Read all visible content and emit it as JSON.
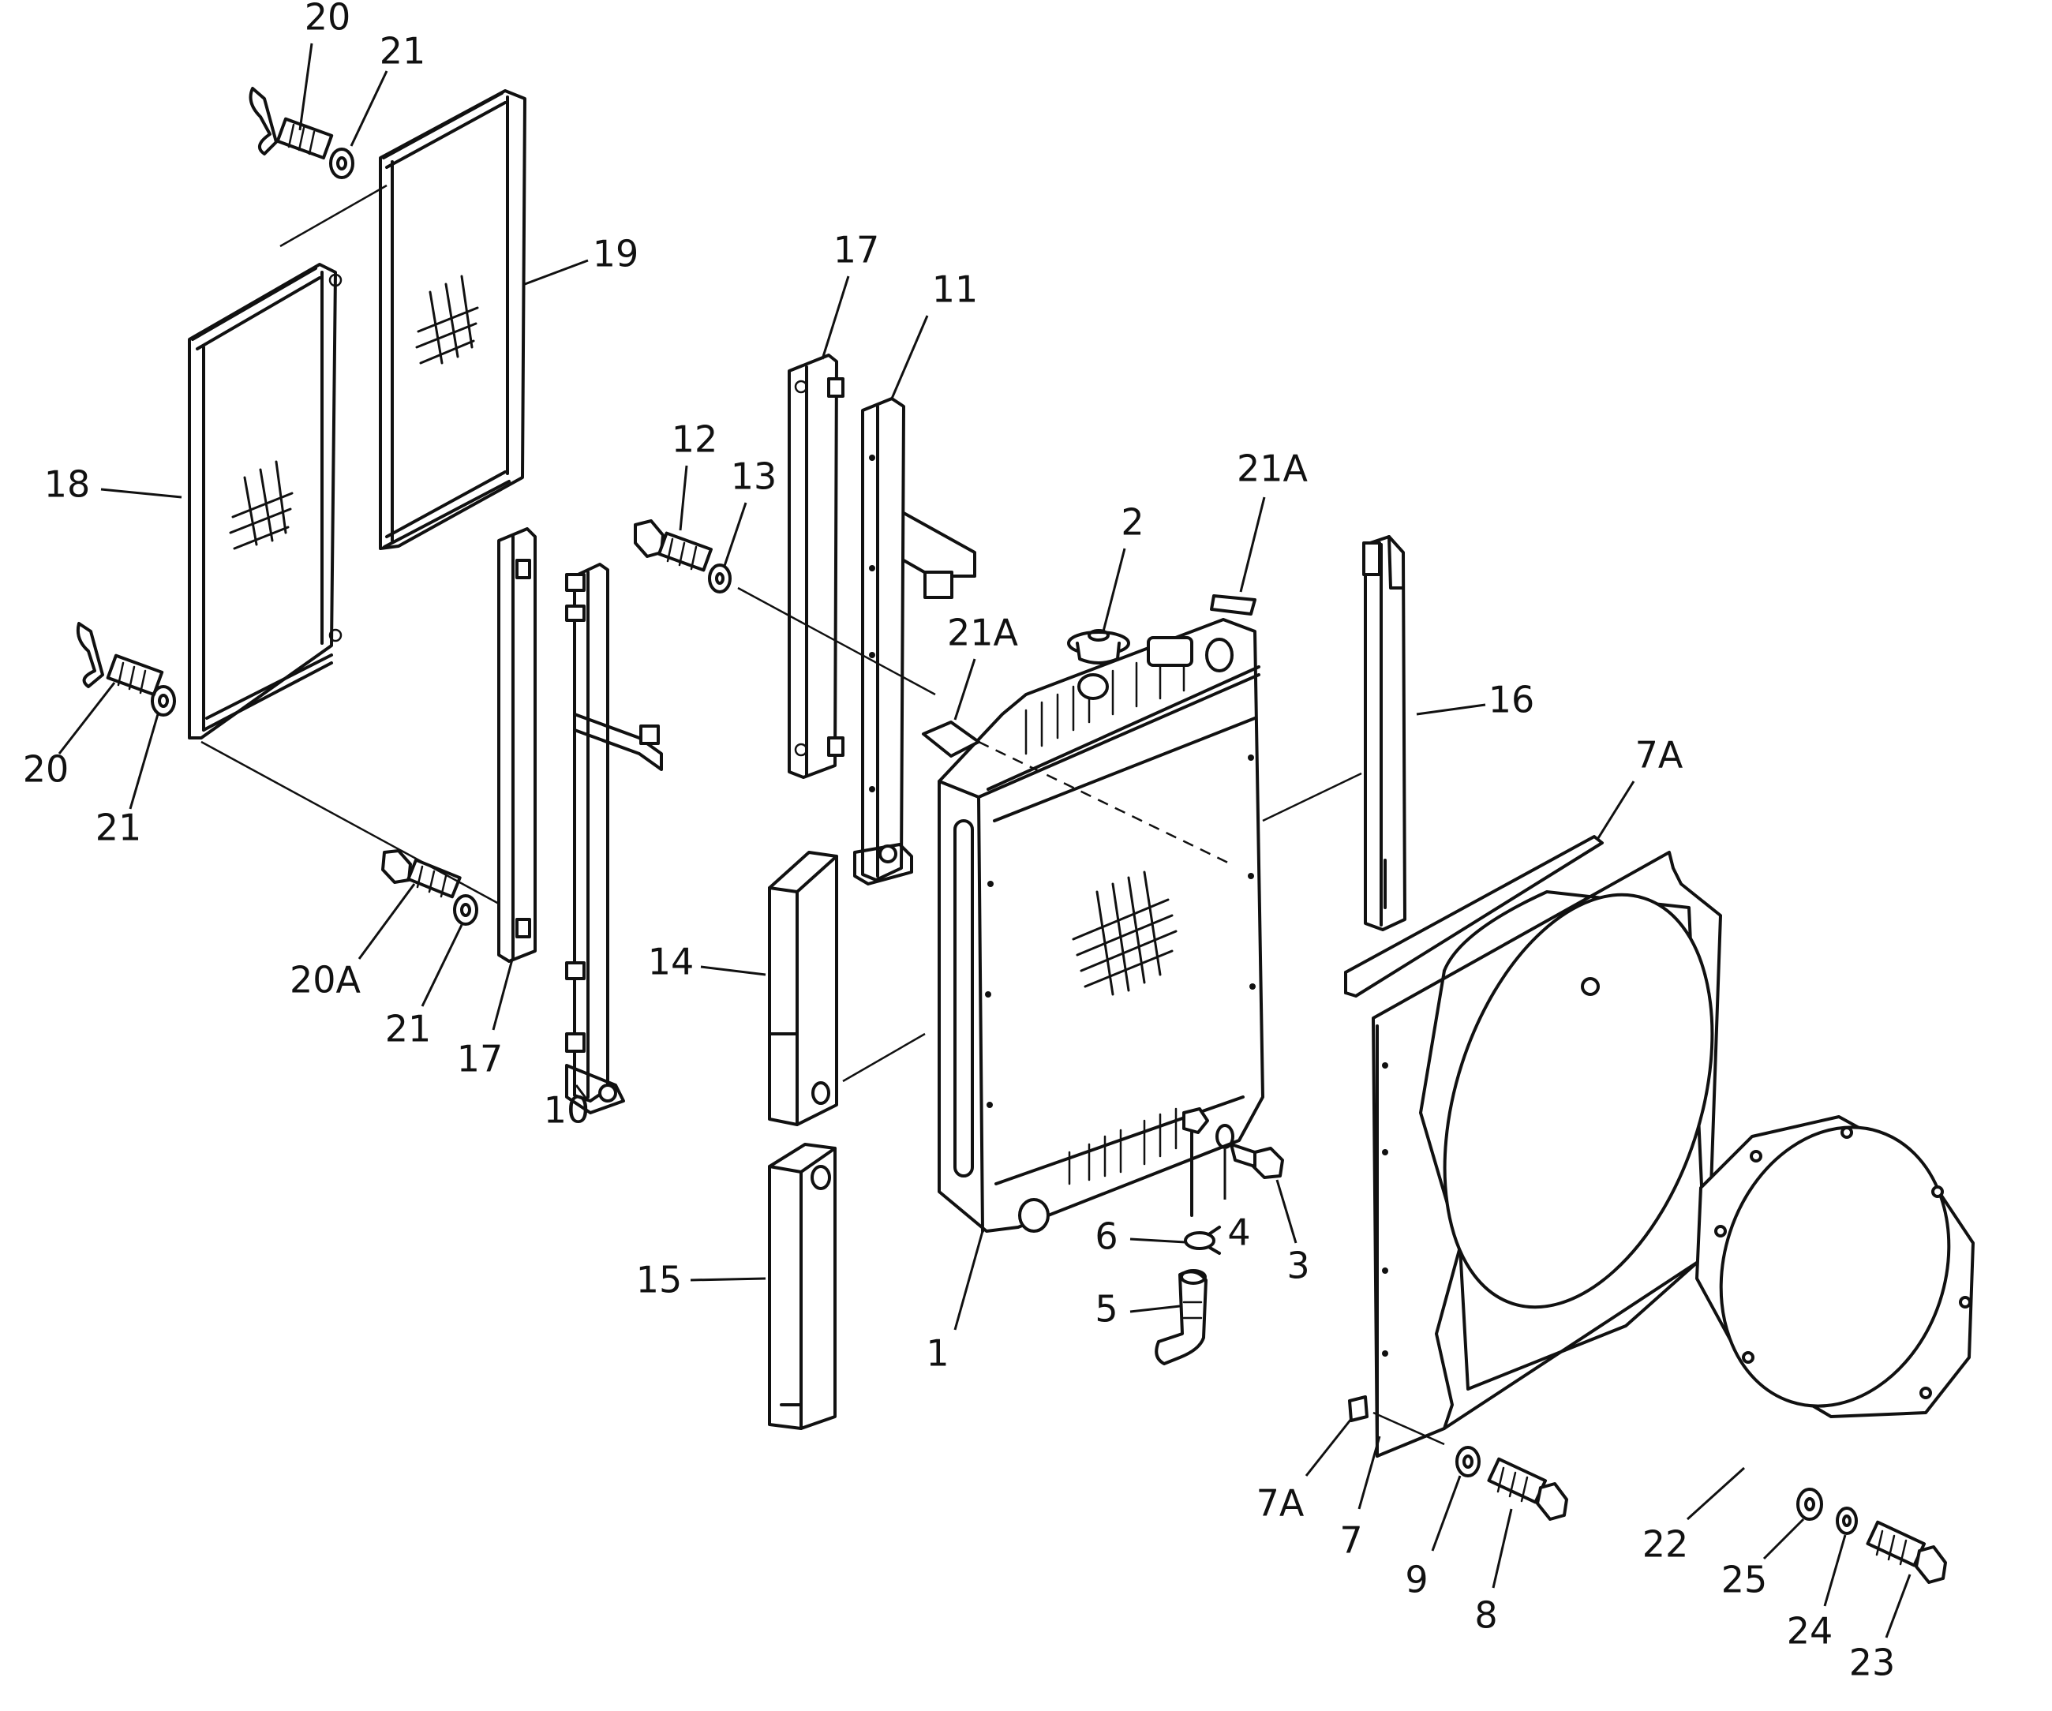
{
  "callouts": {
    "c1": "1",
    "c2": "2",
    "c3": "3",
    "c4": "4",
    "c5": "5",
    "c6": "6",
    "c7": "7",
    "c7a_top": "7A",
    "c7a_bottom": "7A",
    "c8": "8",
    "c9": "9",
    "c10": "10",
    "c11": "11",
    "c12": "12",
    "c13": "13",
    "c14": "14",
    "c15": "15",
    "c16": "16",
    "c17_top": "17",
    "c17_bottom": "17",
    "c18": "18",
    "c19": "19",
    "c20_top": "20",
    "c20_left": "20",
    "c20a": "20A",
    "c21_top": "21",
    "c21_left": "21",
    "c21_bottom": "21",
    "c21a_top": "21A",
    "c21a_mid": "21A",
    "c22": "22",
    "c23": "23",
    "c24": "24",
    "c25": "25"
  }
}
